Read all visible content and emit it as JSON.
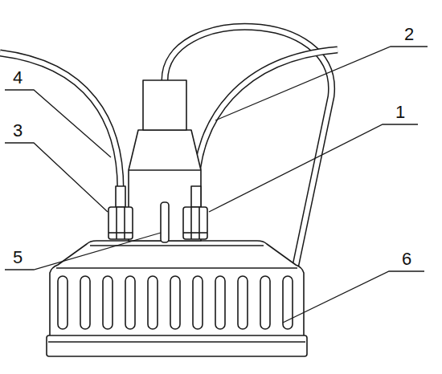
{
  "diagram": {
    "labels": [
      "2",
      "4",
      "1",
      "3",
      "5",
      "6"
    ]
  }
}
